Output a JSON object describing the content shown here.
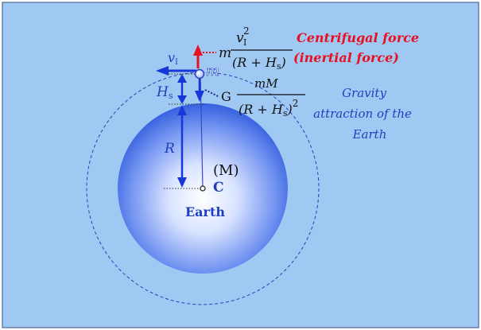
{
  "colors": {
    "background": "#9fc9f3",
    "frame": "#6a7ea8",
    "earth_center": "#ffffff",
    "earth_edge": "#2f5fe0",
    "centrifugal": "#e8101f",
    "blue_text": "#1f3fbf",
    "arrow_blue": "#1538d6",
    "black": "#111111"
  },
  "labels": {
    "earth_name": "Earth",
    "center_point": "C",
    "earth_mass": "(M)",
    "radius": "R",
    "altitude_H": "H",
    "altitude_sub": "s",
    "velocity_v": "v",
    "velocity_sub": "I",
    "satellite_mass": "m",
    "centrifugal_line1": "Centrifugal force",
    "centrifugal_line2": "(inertial force)",
    "gravity_line1": "Gravity",
    "gravity_line2": "attraction of the",
    "gravity_line3": "Earth"
  },
  "formula_centrifugal": {
    "prefix": "m",
    "numerator": "v",
    "num_sub": "I",
    "num_sup": "2",
    "denominator_open": "(R + H",
    "denominator_sub": "s",
    "denominator_close": ")"
  },
  "formula_gravity": {
    "prefix": "G",
    "numerator": "mM",
    "denominator_open": "(R + H",
    "denominator_sub": "s",
    "denominator_close": ")",
    "denominator_sup": "2"
  }
}
